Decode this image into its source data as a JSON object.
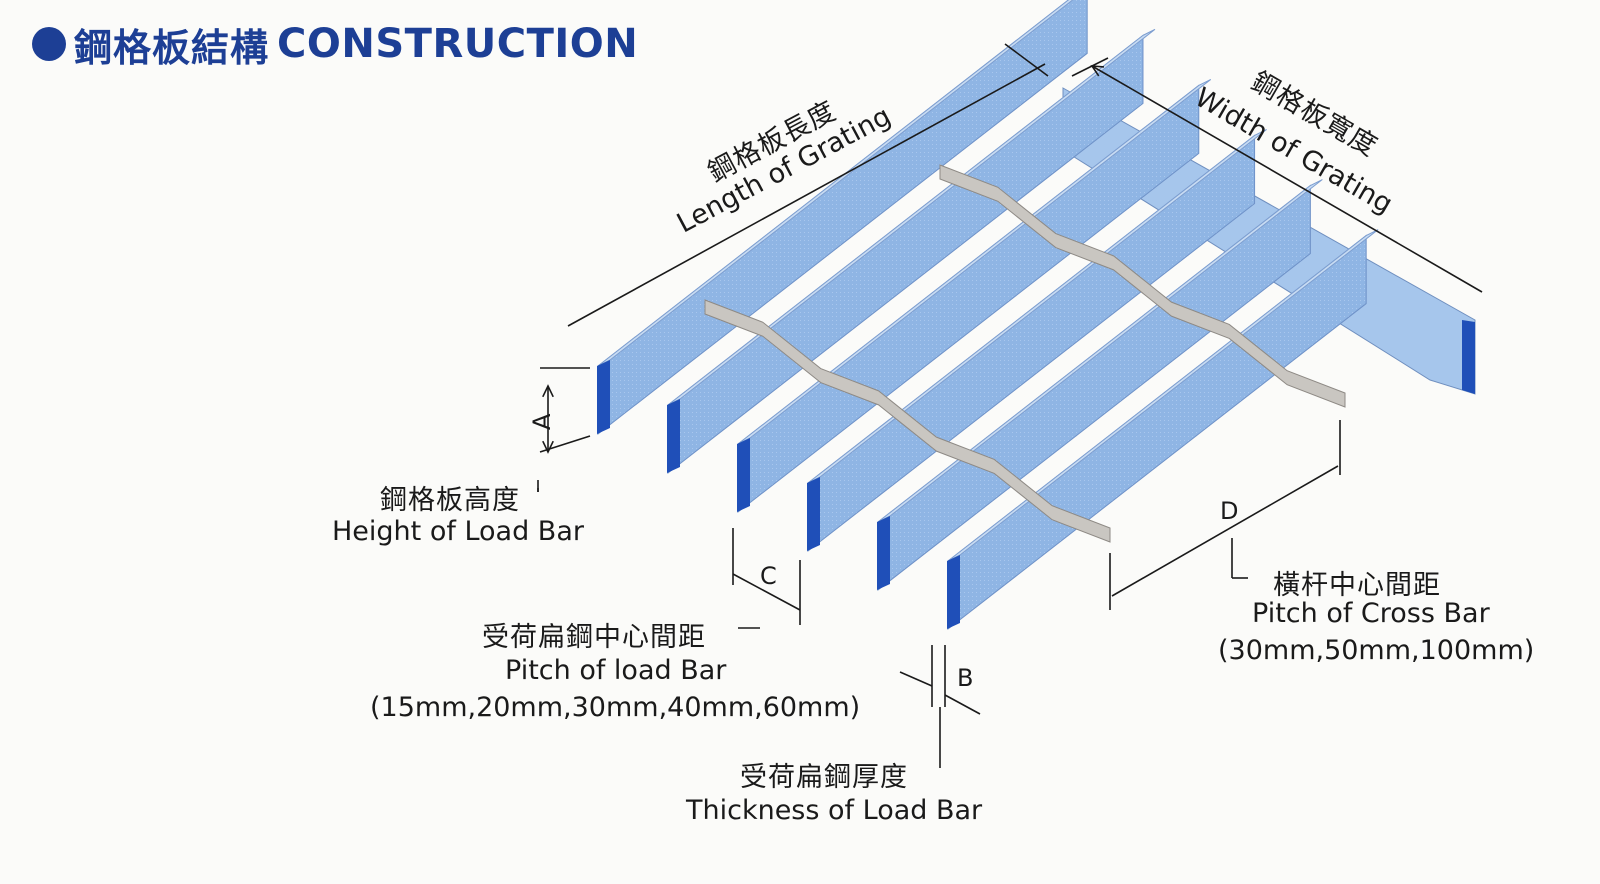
{
  "title": {
    "chinese": "鋼格板結構",
    "english": "CONSTRUCTION"
  },
  "labels": {
    "length": {
      "zh": "鋼格板長度",
      "en": "Length of Grating"
    },
    "width": {
      "zh": "鋼格板寬度",
      "en": "Width of Grating"
    },
    "height": {
      "letter": "A",
      "zh": "鋼格板高度",
      "en": "Height of Load Bar"
    },
    "load_pitch": {
      "letter": "C",
      "zh": "受荷扁鋼中心間距",
      "en": "Pitch of load Bar",
      "values": "(15mm,20mm,30mm,40mm,60mm)"
    },
    "thickness": {
      "letter": "B",
      "zh": "受荷扁鋼厚度",
      "en": "Thickness of Load Bar"
    },
    "cross_pitch": {
      "letter": "D",
      "zh": "橫杆中心間距",
      "en": "Pitch of Cross Bar",
      "values": "(30mm,50mm,100mm)"
    }
  },
  "colors": {
    "title": "#1d3f95",
    "bar_top": "#c8dcf3",
    "bar_face": "#94b9e6",
    "bar_end": "#1f4fb8",
    "cross_bar": "#c9c6c1"
  }
}
